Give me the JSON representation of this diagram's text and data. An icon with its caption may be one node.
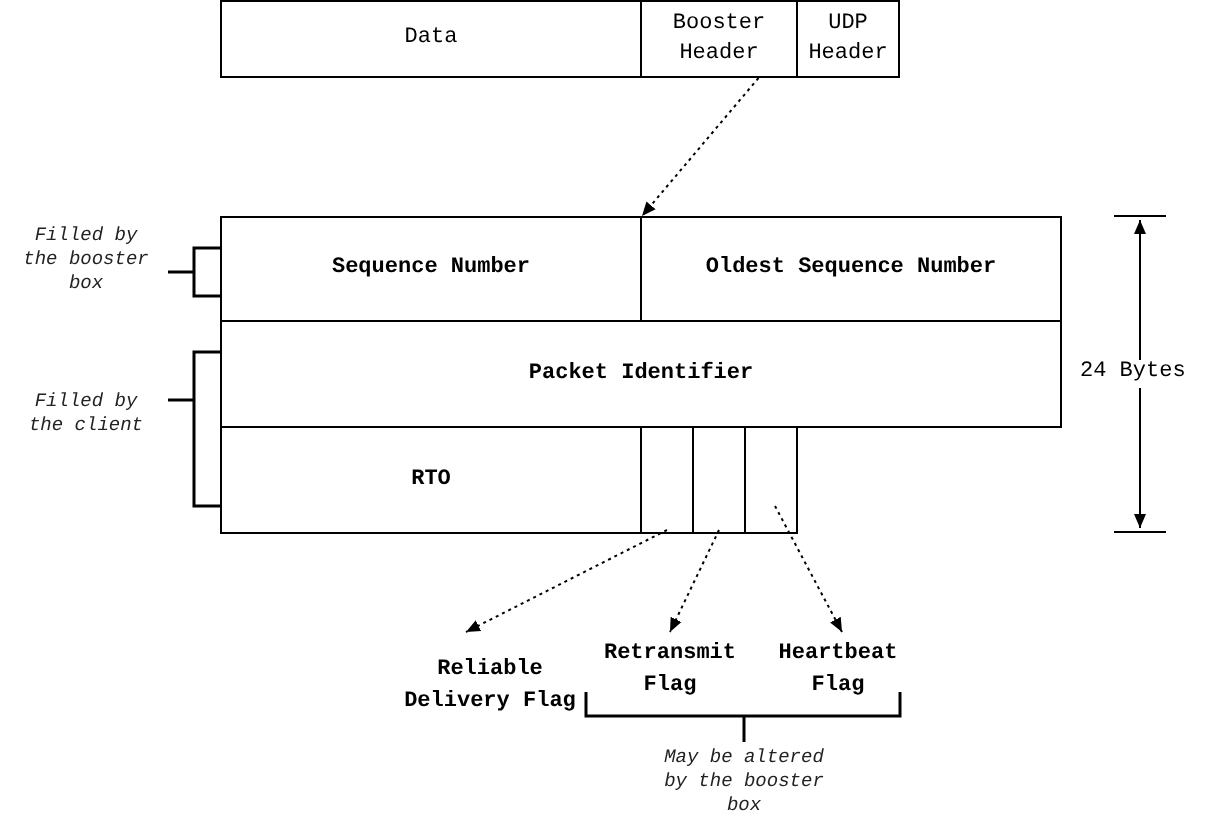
{
  "diagram": {
    "nodes": [
      {
        "text": [
          "Data"
        ]
      },
      {
        "text": [
          "Booster Header"
        ]
      },
      {
        "text": [
          "UDP Header"
        ]
      },
      {
        "text": [
          "Sequence Number"
        ]
      },
      {
        "text": [
          "Oldest Sequence Number"
        ]
      },
      {
        "text": [
          "Packet Identifier"
        ]
      },
      {
        "text": [
          "RTO"
        ]
      },
      {
        "text": [],
        "shape": "box"
      },
      {
        "text": [],
        "shape": "box"
      },
      {
        "text": [],
        "shape": "box"
      },
      {
        "text": [
          "Reliable Delivery Flag"
        ]
      },
      {
        "text": [
          "Retransmit Flag"
        ]
      },
      {
        "text": [
          "Heartbeat Flag"
        ]
      }
    ],
    "edges": [
      {
        "from": 1,
        "to": 3,
        "arrow": "to",
        "style": "dashed"
      },
      {
        "from": 7,
        "to": 10,
        "arrow": "to",
        "style": "dashed"
      },
      {
        "from": 8,
        "to": 11,
        "arrow": "to",
        "style": "dashed"
      },
      {
        "from": 9,
        "to": 12,
        "arrow": "to",
        "style": "dashed"
      }
    ],
    "labels": [
      "Filled by the booster box",
      "Filled by the client",
      "24 Bytes",
      "May be altered by the booster box"
    ]
  }
}
